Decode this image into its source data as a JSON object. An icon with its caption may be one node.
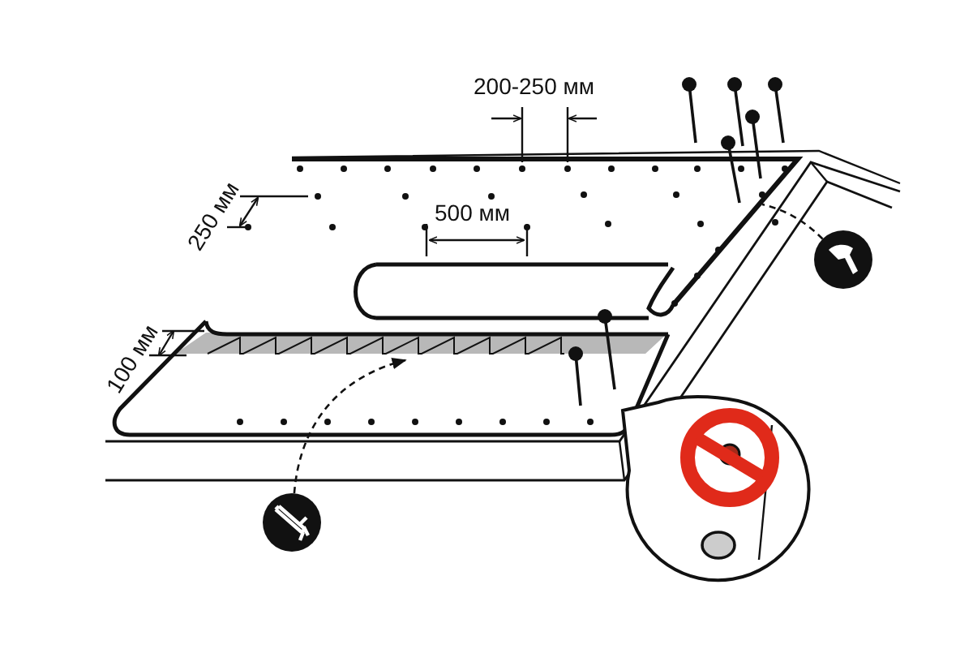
{
  "diagram": {
    "nodes": [
      {
        "text": [],
        "shape": "picture"
      },
      {
        "text": [],
        "shape": "picture"
      }
    ],
    "edges": [
      {
        "from": 0,
        "to": null,
        "arrow": "to",
        "style": "dashed"
      },
      {
        "from": 1,
        "to": null,
        "arrow": "none",
        "style": "dashed"
      }
    ],
    "labels": [
      "200-250 мм",
      "250 мм",
      "500 мм",
      "100 мм"
    ]
  }
}
